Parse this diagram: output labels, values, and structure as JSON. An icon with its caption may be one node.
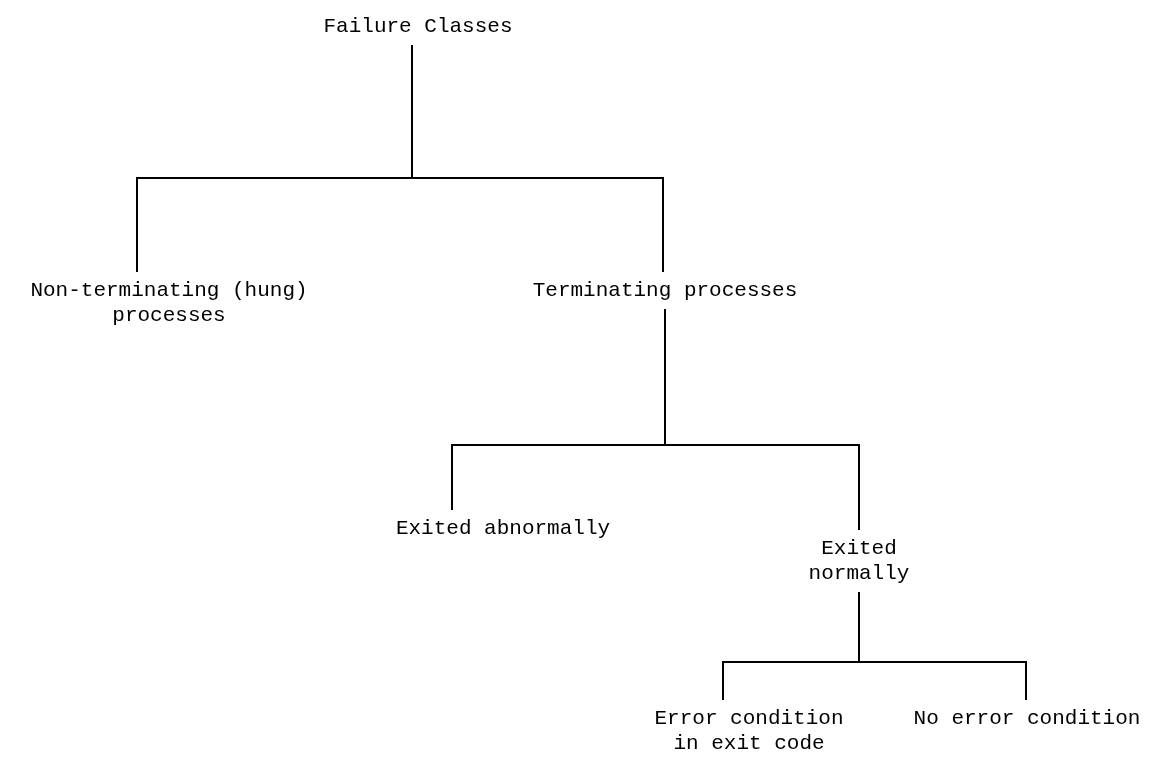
{
  "diagram": {
    "nodes": [
      {
        "text": [
          "Failure Classes"
        ]
      },
      {
        "text": [
          "Non-terminating (hung) processes"
        ]
      },
      {
        "text": [
          "Terminating processes"
        ]
      },
      {
        "text": [
          "Exited abnormally"
        ]
      },
      {
        "text": [
          "Exited normally"
        ]
      },
      {
        "text": [
          "Error condition in exit code"
        ]
      },
      {
        "text": [
          "No error condition"
        ]
      }
    ],
    "edges": [
      {
        "from": 0,
        "to": 1,
        "arrow": "none"
      },
      {
        "from": 0,
        "to": 2,
        "arrow": "none"
      },
      {
        "from": 2,
        "to": 3,
        "arrow": "none"
      },
      {
        "from": 2,
        "to": 4,
        "arrow": "none"
      },
      {
        "from": 4,
        "to": 5,
        "arrow": "none"
      },
      {
        "from": 4,
        "to": 6,
        "arrow": "none"
      }
    ]
  }
}
